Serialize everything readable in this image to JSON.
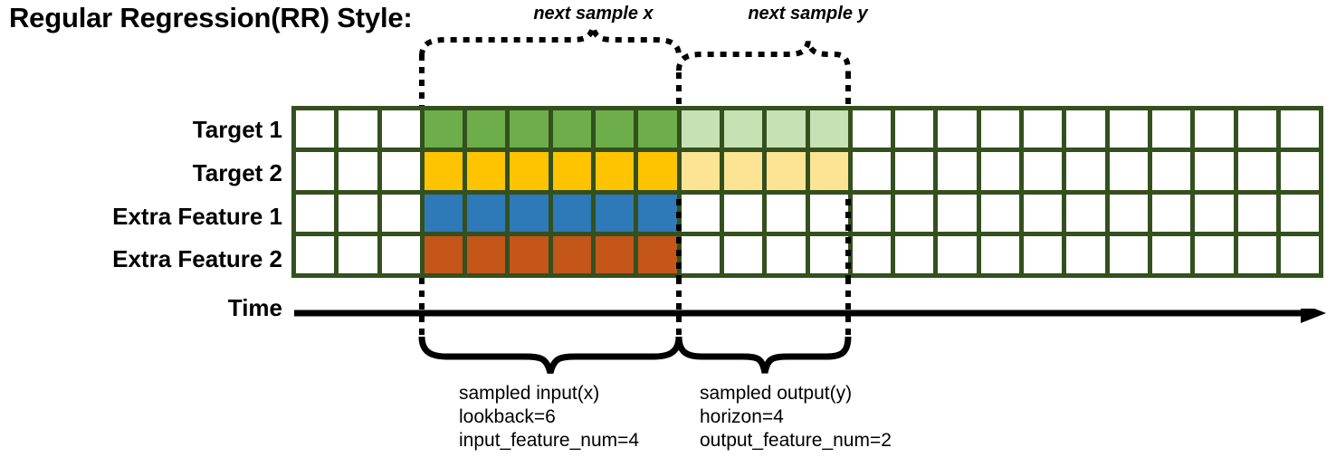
{
  "title": "Regular Regression(RR) Style:",
  "annotations": {
    "next_sample_x": "next sample x",
    "next_sample_y": "next sample y"
  },
  "rows": [
    {
      "label": "Target 1",
      "key": "target-1"
    },
    {
      "label": "Target 2",
      "key": "target-2"
    },
    {
      "label": "Extra Feature 1",
      "key": "extra-feature-1"
    },
    {
      "label": "Extra Feature 2",
      "key": "extra-feature-2"
    }
  ],
  "axis": {
    "label": "Time"
  },
  "captions": {
    "input": "sampled input(x)\nlookback=6\ninput_feature_num=4",
    "output": "sampled output(y)\nhorizon=4\noutput_feature_num=2"
  },
  "colors": {
    "grid_border": "#33501E",
    "target1_input": "#6EAE4A",
    "target1_output": "#C7E0B4",
    "target2_input": "#FFC400",
    "target2_output": "#FDE495",
    "extra1_input": "#2E79B8",
    "extra2_input": "#C4561A",
    "empty": "#FFFFFF",
    "ink": "#000000"
  },
  "chart_data": {
    "type": "heatmap",
    "title": "Regular Regression(RR) Style:",
    "columns": 24,
    "lookback": 6,
    "horizon": 4,
    "input_feature_num": 4,
    "output_feature_num": 2,
    "input_start_col": 3,
    "input_end_col": 9,
    "output_start_col": 9,
    "output_end_col": 13,
    "row_names": [
      "Target 1",
      "Target 2",
      "Extra Feature 1",
      "Extra Feature 2"
    ],
    "cells": [
      [
        "#FFFFFF",
        "#FFFFFF",
        "#FFFFFF",
        "#6EAE4A",
        "#6EAE4A",
        "#6EAE4A",
        "#6EAE4A",
        "#6EAE4A",
        "#6EAE4A",
        "#C7E0B4",
        "#C7E0B4",
        "#C7E0B4",
        "#C7E0B4",
        "#FFFFFF",
        "#FFFFFF",
        "#FFFFFF",
        "#FFFFFF",
        "#FFFFFF",
        "#FFFFFF",
        "#FFFFFF",
        "#FFFFFF",
        "#FFFFFF",
        "#FFFFFF",
        "#FFFFFF"
      ],
      [
        "#FFFFFF",
        "#FFFFFF",
        "#FFFFFF",
        "#FFC400",
        "#FFC400",
        "#FFC400",
        "#FFC400",
        "#FFC400",
        "#FFC400",
        "#FDE495",
        "#FDE495",
        "#FDE495",
        "#FDE495",
        "#FFFFFF",
        "#FFFFFF",
        "#FFFFFF",
        "#FFFFFF",
        "#FFFFFF",
        "#FFFFFF",
        "#FFFFFF",
        "#FFFFFF",
        "#FFFFFF",
        "#FFFFFF",
        "#FFFFFF"
      ],
      [
        "#FFFFFF",
        "#FFFFFF",
        "#FFFFFF",
        "#2E79B8",
        "#2E79B8",
        "#2E79B8",
        "#2E79B8",
        "#2E79B8",
        "#2E79B8",
        "#FFFFFF",
        "#FFFFFF",
        "#FFFFFF",
        "#FFFFFF",
        "#FFFFFF",
        "#FFFFFF",
        "#FFFFFF",
        "#FFFFFF",
        "#FFFFFF",
        "#FFFFFF",
        "#FFFFFF",
        "#FFFFFF",
        "#FFFFFF",
        "#FFFFFF",
        "#FFFFFF"
      ],
      [
        "#FFFFFF",
        "#FFFFFF",
        "#FFFFFF",
        "#C4561A",
        "#C4561A",
        "#C4561A",
        "#C4561A",
        "#C4561A",
        "#C4561A",
        "#FFFFFF",
        "#FFFFFF",
        "#FFFFFF",
        "#FFFFFF",
        "#FFFFFF",
        "#FFFFFF",
        "#FFFFFF",
        "#FFFFFF",
        "#FFFFFF",
        "#FFFFFF",
        "#FFFFFF",
        "#FFFFFF",
        "#FFFFFF",
        "#FFFFFF",
        "#FFFFFF"
      ]
    ],
    "xlabel": "Time",
    "ylabel": "",
    "legend": [
      "next sample x",
      "next sample y",
      "sampled input(x)",
      "sampled output(y)"
    ]
  }
}
